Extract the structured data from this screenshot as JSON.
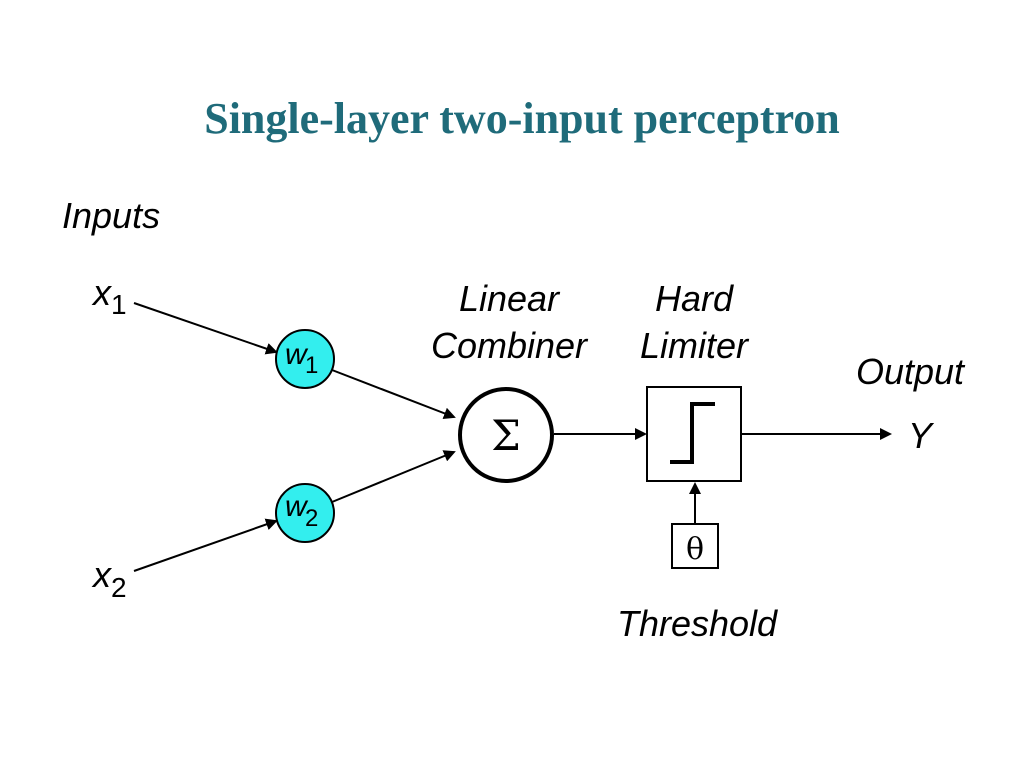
{
  "title": "Single-layer two-input perceptron",
  "inputs_label": "Inputs",
  "input_1": {
    "symbol": "x",
    "subscript": "1"
  },
  "input_2": {
    "symbol": "x",
    "subscript": "2"
  },
  "weight_1": {
    "symbol": "w",
    "subscript": "1"
  },
  "weight_2": {
    "symbol": "w",
    "subscript": "2"
  },
  "linear_combiner": {
    "line1": "Linear",
    "line2": "Combiner",
    "symbol": "Σ"
  },
  "hard_limiter": {
    "line1": "Hard",
    "line2": "Limiter"
  },
  "output_label": "Output",
  "output_symbol": "Y",
  "threshold_symbol": "θ",
  "threshold_label": "Threshold",
  "colors": {
    "title": "#1f6b7a",
    "weight_node_fill": "#33eeee",
    "stroke": "#000000",
    "background": "#ffffff"
  }
}
